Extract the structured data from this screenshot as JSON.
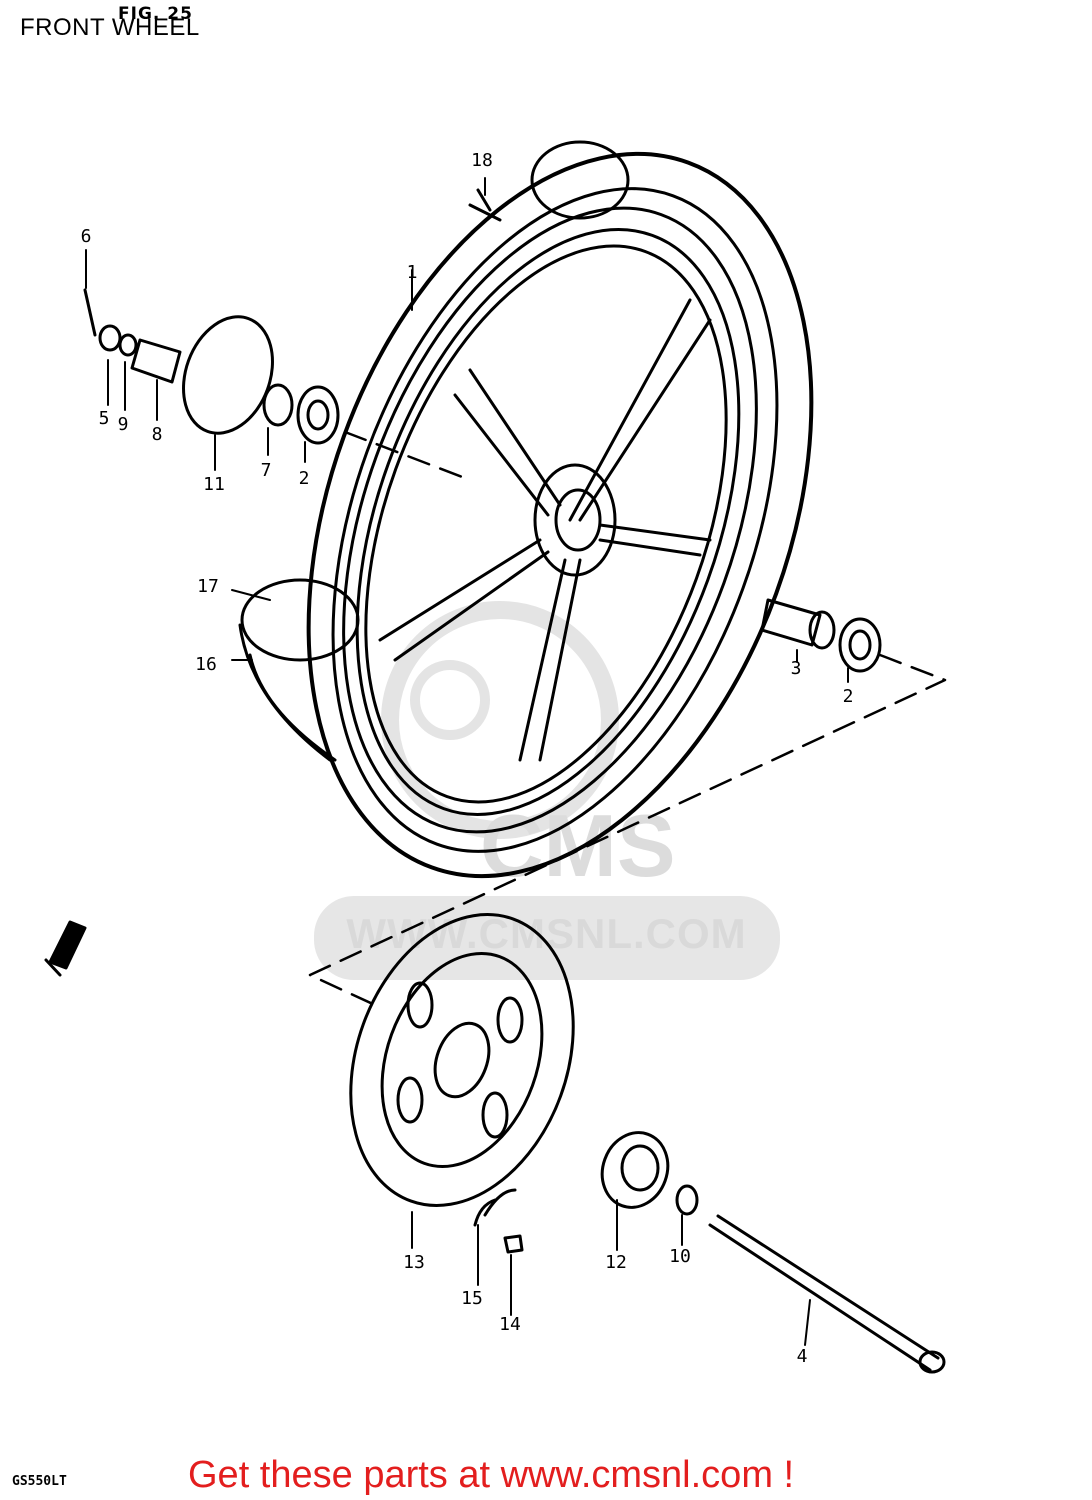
{
  "header": {
    "title": "FRONT WHEEL",
    "fig_label": "FIG. 25"
  },
  "callouts": [
    {
      "id": "c1",
      "label": "1"
    },
    {
      "id": "c2a",
      "label": "2"
    },
    {
      "id": "c2b",
      "label": "2"
    },
    {
      "id": "c3",
      "label": "3"
    },
    {
      "id": "c4",
      "label": "4"
    },
    {
      "id": "c5",
      "label": "5"
    },
    {
      "id": "c6",
      "label": "6"
    },
    {
      "id": "c7",
      "label": "7"
    },
    {
      "id": "c8",
      "label": "8"
    },
    {
      "id": "c9",
      "label": "9"
    },
    {
      "id": "c10",
      "label": "10"
    },
    {
      "id": "c11",
      "label": "11"
    },
    {
      "id": "c12",
      "label": "12"
    },
    {
      "id": "c13",
      "label": "13"
    },
    {
      "id": "c14",
      "label": "14"
    },
    {
      "id": "c15",
      "label": "15"
    },
    {
      "id": "c16",
      "label": "16"
    },
    {
      "id": "c17",
      "label": "17"
    },
    {
      "id": "c18",
      "label": "18"
    }
  ],
  "watermark": {
    "brand": "CMS",
    "url": "WWW.CMSNL.COM"
  },
  "footer": {
    "model_code": "GS550LT",
    "cta": "Get these parts at www.cmsnl.com !"
  },
  "colors": {
    "cta": "#e31e1e",
    "watermark": "#d9d9d9",
    "line": "#000000"
  }
}
